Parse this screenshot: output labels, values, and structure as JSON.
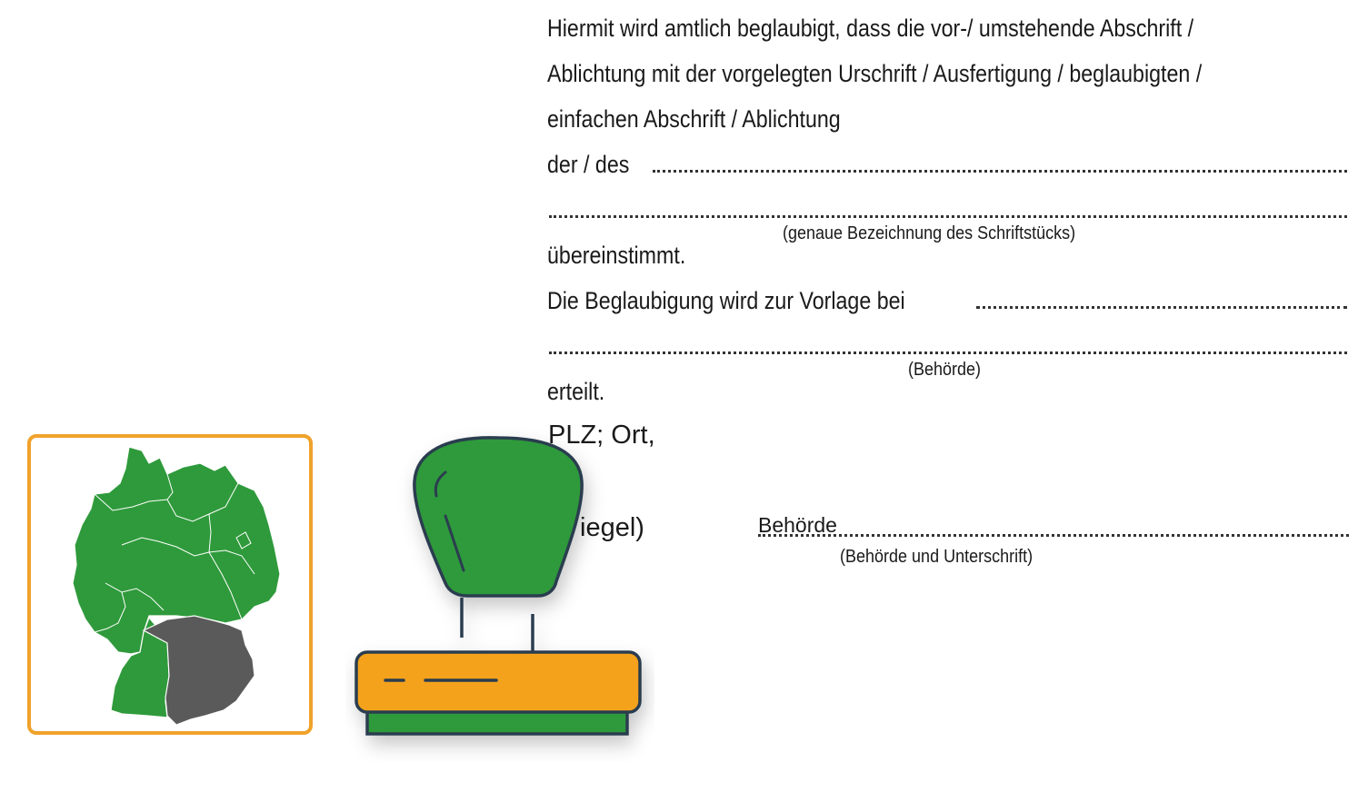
{
  "document": {
    "line1": "Hiermit wird amtlich beglaubigt, dass die vor-/ umstehende Abschrift /",
    "line2": "Ablichtung mit der vorgelegten Urschrift / Ausfertigung / beglaubigten /",
    "line3": "einfachen Abschrift / Ablichtung",
    "der_des": "der / des",
    "caption_document": "(genaue Bezeichnung des Schriftstücks)",
    "uebereinstimmt": "übereinstimmt.",
    "vorlage_line": "Die Beglaubigung wird zur Vorlage bei",
    "caption_authority": "(Behörde)",
    "erteilt": "erteilt.",
    "place_label": "PLZ; Ort,",
    "seal_label_partial": "iegel)",
    "authority_field_value": "Behörde",
    "caption_signature": "(Behörde und Unterschrift)"
  },
  "colors": {
    "map_green": "#2f9a3b",
    "map_highlight": "#5a5a5a",
    "map_border": "#f0a22b",
    "stamp_handle": "#2f9a3b",
    "stamp_pad": "#f4a21a",
    "stamp_base": "#2f9a3b",
    "outline": "#2c3e50"
  },
  "icons": [
    "germany-map-icon",
    "rubber-stamp-icon"
  ]
}
